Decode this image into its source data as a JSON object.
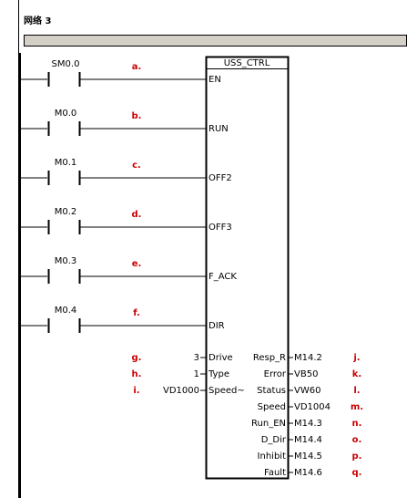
{
  "network": {
    "title": "网络 3"
  },
  "colors": {
    "annotation": "#cc0000",
    "constant": "#8a7a00",
    "comment_bar": "#d4d0c8",
    "line": "#000000"
  },
  "block": {
    "name": "USS_CTRL"
  },
  "contacts": [
    {
      "address": "SM0.0",
      "pin": "EN",
      "annotation": "a."
    },
    {
      "address": "M0.0",
      "pin": "RUN",
      "annotation": "b."
    },
    {
      "address": "M0.1",
      "pin": "OFF2",
      "annotation": "c."
    },
    {
      "address": "M0.2",
      "pin": "OFF3",
      "annotation": "d."
    },
    {
      "address": "M0.3",
      "pin": "F_ACK",
      "annotation": "e."
    },
    {
      "address": "M0.4",
      "pin": "DIR",
      "annotation": "f."
    }
  ],
  "inputs": [
    {
      "annotation": "g.",
      "value": "3",
      "pin": "Drive"
    },
    {
      "annotation": "h.",
      "value": "1",
      "pin": "Type"
    },
    {
      "annotation": "i.",
      "value": "VD1000",
      "pin": "Speed~"
    }
  ],
  "outputs": [
    {
      "pin": "Resp_R",
      "value": "M14.2",
      "annotation": "j."
    },
    {
      "pin": "Error",
      "value": "VB50",
      "annotation": "k."
    },
    {
      "pin": "Status",
      "value": "VW60",
      "annotation": "l."
    },
    {
      "pin": "Speed",
      "value": "VD1004",
      "annotation": "m."
    },
    {
      "pin": "Run_EN",
      "value": "M14.3",
      "annotation": "n."
    },
    {
      "pin": "D_Dir",
      "value": "M14.4",
      "annotation": "o."
    },
    {
      "pin": "Inhibit",
      "value": "M14.5",
      "annotation": "p."
    },
    {
      "pin": "Fault",
      "value": "M14.6",
      "annotation": "q."
    }
  ]
}
